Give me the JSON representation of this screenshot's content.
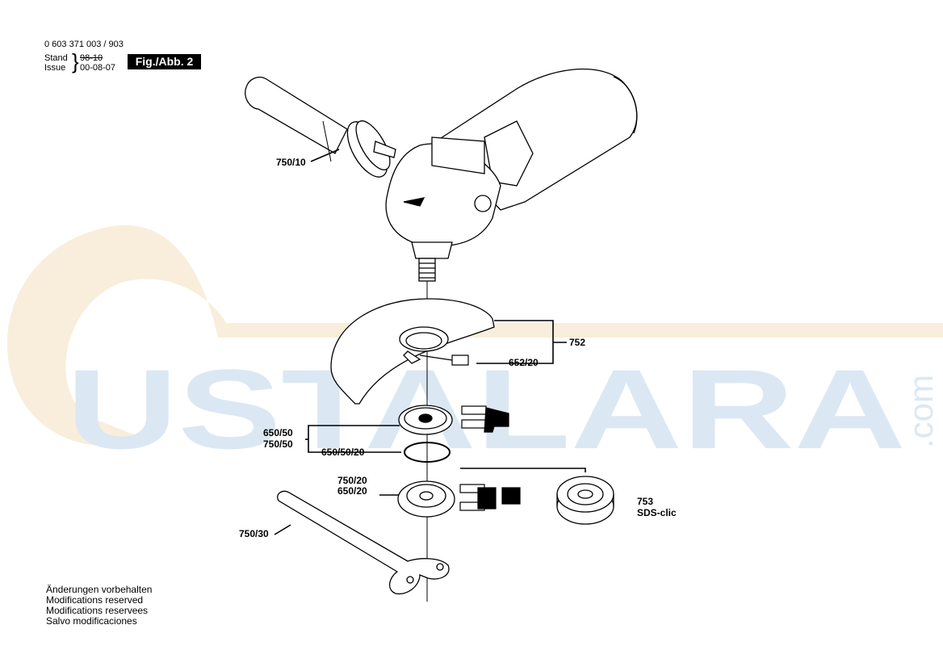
{
  "header": {
    "doc_number": "0 603 371 003 / 903",
    "stand_label": "Stand",
    "issue_label": "Issue",
    "old_date": "98-10",
    "new_date": "00-08-07",
    "figure_tag": "Fig./Abb. 2"
  },
  "parts": {
    "side_handle": "750/10",
    "guard": "752",
    "guard_screw": "652/20",
    "clamp_nut_a": "650/50",
    "clamp_nut_b": "750/50",
    "o_ring": "650/50/20",
    "flange_a": "750/20",
    "flange_b": "650/20",
    "quick_nut": "753",
    "quick_nut_name": "SDS-clic",
    "spanner": "750/30"
  },
  "watermark": {
    "text": "USTALARA",
    "suffix": ".com",
    "text_color": "#dbe8f3",
    "circle_color": "#f8eedb"
  },
  "footer": {
    "line1": "Änderungen vorbehalten",
    "line2": "Modifications reserved",
    "line3": "Modifications reservees",
    "line4": "Salvo modificaciones"
  }
}
